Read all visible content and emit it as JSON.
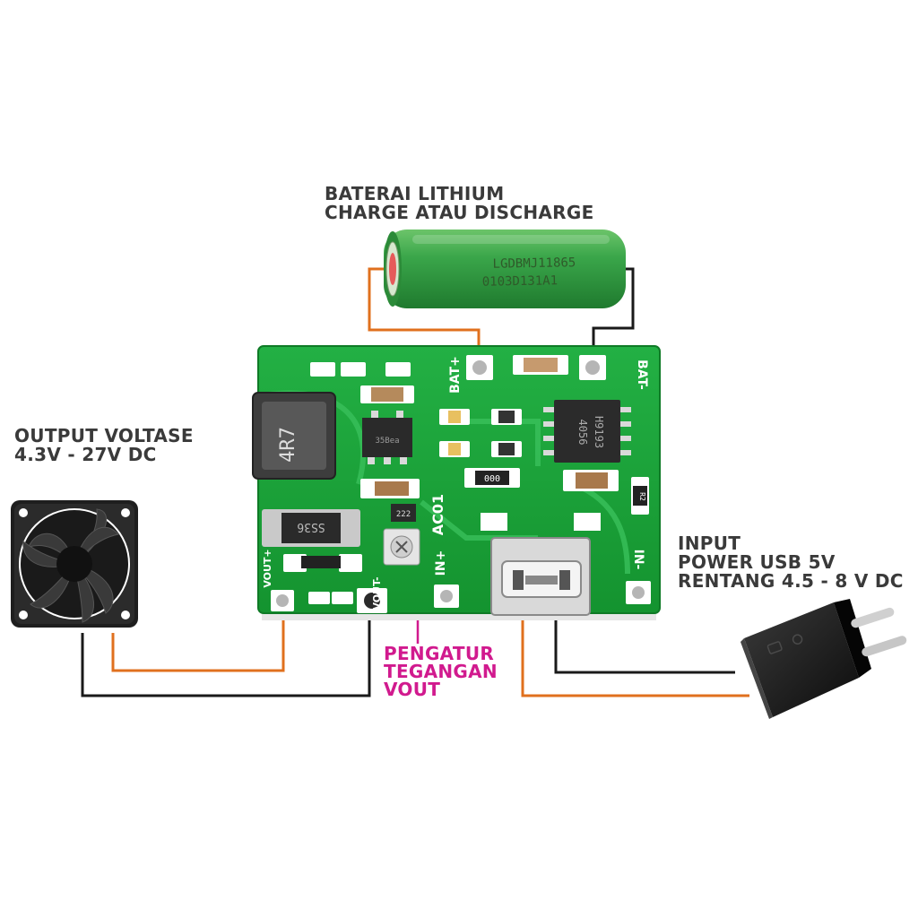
{
  "labels": {
    "battery": [
      "BATERAI LITHIUM",
      "CHARGE ATAU DISCHARGE"
    ],
    "output": [
      "OUTPUT VOLTASE",
      "4.3V - 27V DC"
    ],
    "input": [
      "INPUT",
      "POWER USB 5V",
      "RENTANG 4.5 - 8 V DC"
    ],
    "adjust": [
      "PENGATUR",
      "TEGANGAN",
      "VOUT"
    ]
  },
  "battery_print": [
    "LGDBMJ11865",
    "0103D131A1"
  ],
  "board_silkscreen": {
    "bat_plus": "BAT+",
    "bat_minus": "BAT-",
    "in_plus": "IN+",
    "in_minus": "IN-",
    "vout_plus": "VOUT+",
    "vout_minus": "VOUT-",
    "board_id": "AC01",
    "inductor": "4R7",
    "diode": "SS36",
    "chip": "4056",
    "chip_code": "H9193",
    "resistor": "000",
    "pot": "222",
    "r2": "R2",
    "mosfet": "35Bea"
  },
  "colors": {
    "positive_wire": "#e0701e",
    "negative_wire": "#1a1a1a",
    "pcb": "#1aa33a",
    "battery": "#3aa64a",
    "adjust_label": "#d11a8e"
  },
  "icons": {
    "fan": "cooling-fan-icon",
    "charger": "usb-wall-charger-icon",
    "battery": "lithium-battery-icon",
    "board": "charger-boost-pcb-icon"
  }
}
